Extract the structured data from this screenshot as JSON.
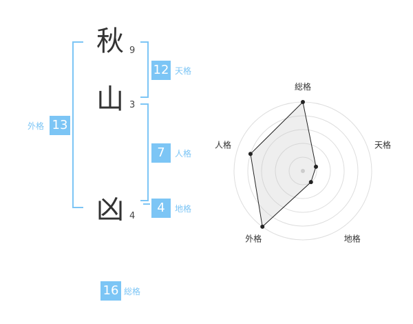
{
  "name": {
    "chars": [
      {
        "char": "秋",
        "strokes": "9"
      },
      {
        "char": "山",
        "strokes": "3"
      },
      {
        "char": "凶",
        "strokes": "4"
      }
    ]
  },
  "kakusu": {
    "tenkaku": {
      "value": "12",
      "label": "天格"
    },
    "jinkaku": {
      "value": "7",
      "label": "人格"
    },
    "chikaku": {
      "value": "4",
      "label": "地格"
    },
    "gaikaku": {
      "value": "13",
      "label": "外格"
    },
    "soukaku": {
      "value": "16",
      "label": "総格"
    }
  },
  "colors": {
    "accent": "#7cc5f5",
    "text": "#333333"
  },
  "chart_data": {
    "type": "radar",
    "axes": [
      "総格",
      "天格",
      "地格",
      "外格",
      "人格"
    ],
    "values": [
      5,
      1,
      1,
      5,
      4
    ],
    "max": 5
  }
}
